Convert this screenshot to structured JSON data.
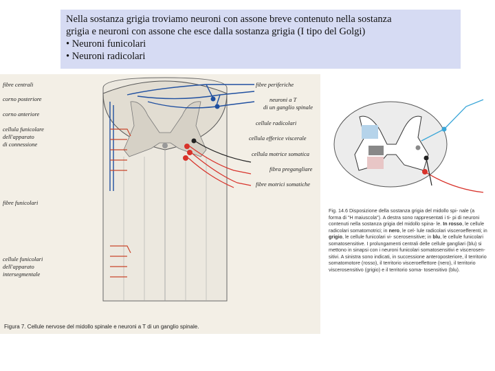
{
  "caption": {
    "line1": "Nella sostanza grigia troviamo neuroni con assone breve contenuto nella sostanza",
    "line2": "grigia e neuroni con assone che  esce dalla sostanza grigia (I tipo del Golgi)",
    "bullet1": "• Neuroni funicolari",
    "bullet2": "• Neuroni radicolari"
  },
  "figure_left": {
    "labels_left": {
      "fibre_centrali": "fibre centrali",
      "corno_posteriore": "corno posteriore",
      "corno_anteriore": "corno anteriore",
      "cellula_funicolare_1": "cellula funicolare",
      "cellula_funicolare_2": "dell'apparato",
      "cellula_funicolare_3": "di connessione",
      "fibre_funicolari": "fibre funicolari",
      "cellule_funicolari_1": "cellule funicolari",
      "cellule_funicolari_2": "dell'apparato",
      "cellule_funicolari_3": "intersegmentale"
    },
    "labels_right": {
      "fibre_periferiche": "fibre periferiche",
      "neuroni_a_t_1": "neuroni a T",
      "neuroni_a_t_2": "di un ganglio spinale",
      "cellule_radicolari": "cellule radicolari",
      "cellula_efferente": "cellula efferice viscerale",
      "cellula_motrice": "cellula motrice somatica",
      "fibra_pregangliare": "fibra pregangliare",
      "fibre_motrici": "fibre motrici somatiche"
    },
    "caption": "Figura 7. Cellule nervose del midollo spinale e neuroni a T di un ganglio spinale."
  },
  "figure_right": {
    "caption": {
      "part1": "Fig. 14.6  Disposizione della sostanza grigia del midollo spi- nale (a forma di \"H maiuscola\"). A destra sono rappresentati i ti- pi di neuroni contenuti nella sostanza grigia del midollo spina- le. ",
      "in_rosso": "In rosso",
      "part2": ", le cellule radicolari somatomotrici; in ",
      "nero": "nero",
      "part3": ", le cel- lule radicolari visceroefferenti; in ",
      "grigio": "grigio",
      "part4": ", le cellule funicolari vi- scerosensitive; in ",
      "blu": "blu",
      "part5": ", le cellule funicolari somatosensitive. I prolungamenti centrali delle cellule gangliari (blu) si mettono in sinapsi con i neuroni funicolari somatosensitivi e viscerosen- sitivi. A sinistra sono indicati, in successione anteroposteriore, il territorio somatomotore (rosso), il territorio visceroeffettore (nero), il territorio viscerosensitivo (grigio) e il territorio soma- tosensitivo (blu)."
    }
  },
  "colors": {
    "caption_bg": "#d6dbf3",
    "red": "#d8322a",
    "blue": "#1f4fa0",
    "cyan": "#3aa6d8",
    "gray": "#8a8a8a",
    "black": "#222222"
  }
}
